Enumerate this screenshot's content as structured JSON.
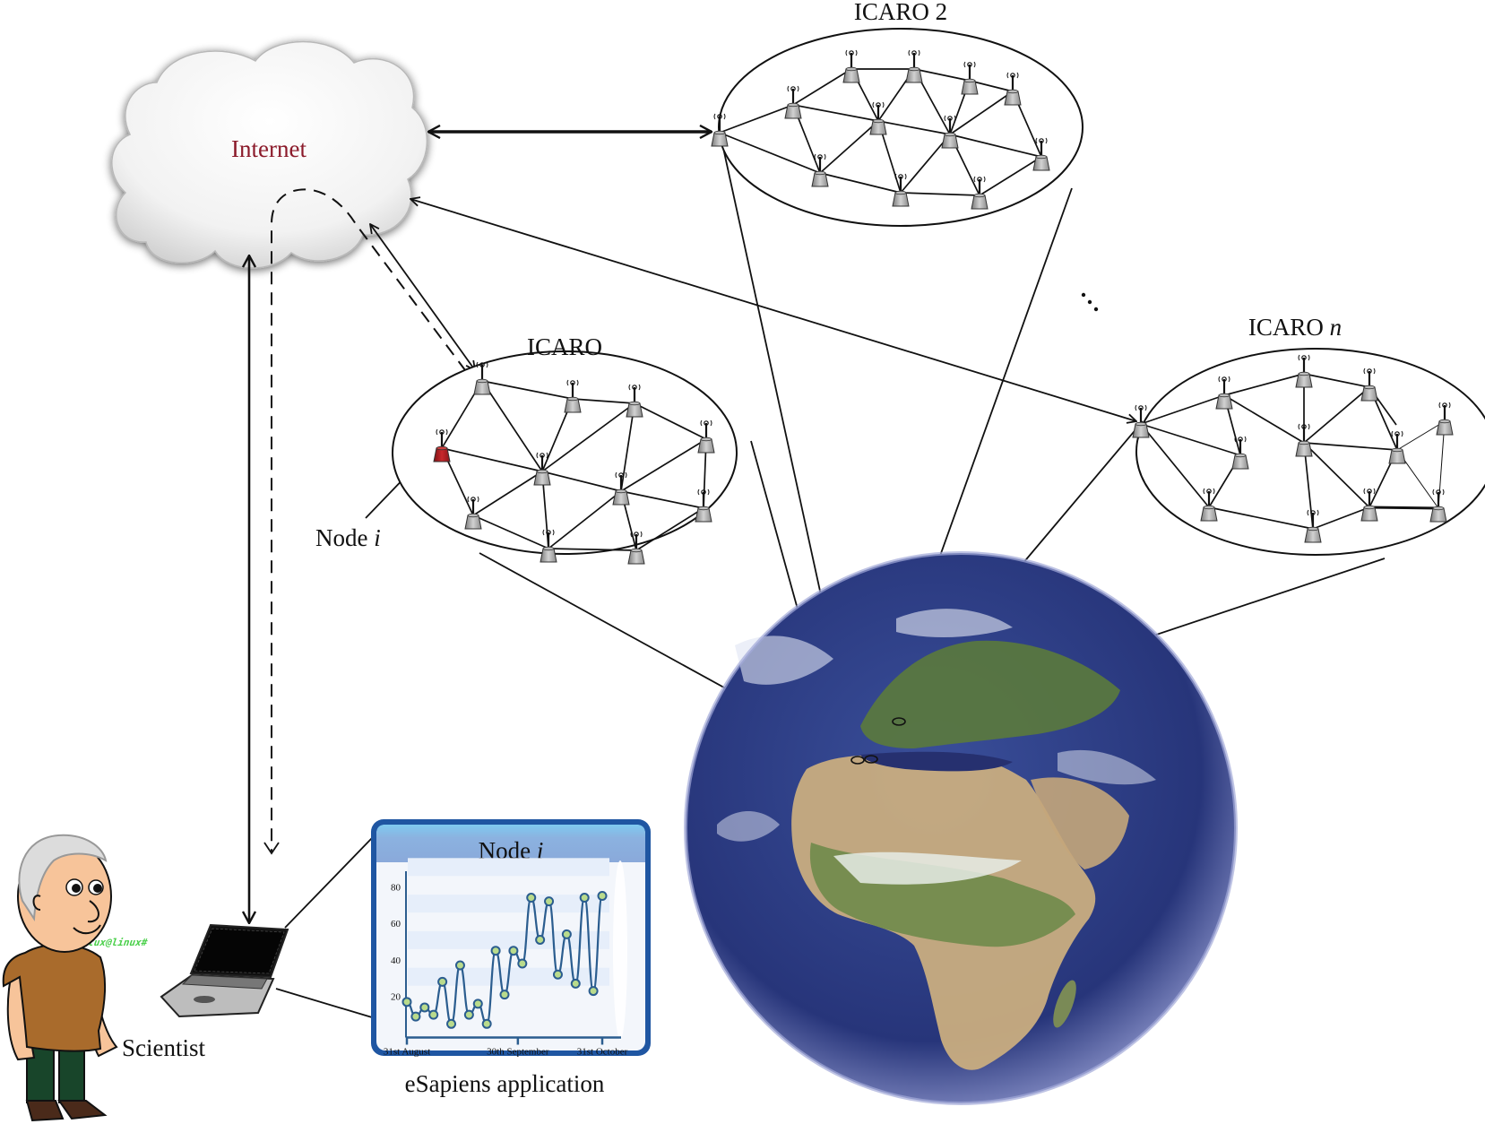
{
  "cloud": {
    "label": "Internet",
    "label_color": "#8b1a2a"
  },
  "networks": [
    {
      "id": "icaro",
      "label": "ICARO",
      "highlight_node": "Node i"
    },
    {
      "id": "icaro2",
      "label_main": "ICARO",
      "label_suffix": "2"
    },
    {
      "id": "icaron",
      "label_main": "ICARO",
      "label_suffix": "n"
    }
  ],
  "ellipsis": "⋱",
  "node_label": {
    "main": "Node",
    "italic": "i"
  },
  "scientist_label": "Scientist",
  "laptop": {
    "screen_text": "tux@linux#",
    "screen_text_color": "#4bd04b"
  },
  "app": {
    "caption": "eSapiens application",
    "window_title_main": "Node",
    "window_title_italic": "i"
  },
  "colors": {
    "highlight_node": "#b21f24",
    "node_gray": "#9a9a9a",
    "window_border": "#1f56a2",
    "window_title_bar": "#8bb2e0",
    "line_color": "#2b5d8f",
    "marker_fill": "#b9db8c"
  },
  "chart_data": {
    "type": "line",
    "title": "Node i",
    "xlabel": "",
    "ylabel": "",
    "ylim": [
      0,
      85
    ],
    "yticks": [
      20,
      40,
      60,
      80
    ],
    "xtick_labels": [
      "31st August",
      "30th September",
      "31st October"
    ],
    "grid": "horizontal bands",
    "x": [
      1,
      2,
      3,
      4,
      5,
      6,
      7,
      8,
      9,
      10,
      11,
      12,
      13,
      14,
      15,
      16,
      17,
      18,
      19,
      20,
      21,
      22,
      23
    ],
    "series": [
      {
        "name": "Node i",
        "values": [
          17,
          9,
          14,
          10,
          28,
          5,
          37,
          10,
          16,
          5,
          45,
          21,
          45,
          38,
          74,
          51,
          72,
          32,
          54,
          27,
          74,
          23,
          75
        ]
      }
    ],
    "x_tick_positions_index": [
      1,
      13.5,
      23
    ]
  }
}
